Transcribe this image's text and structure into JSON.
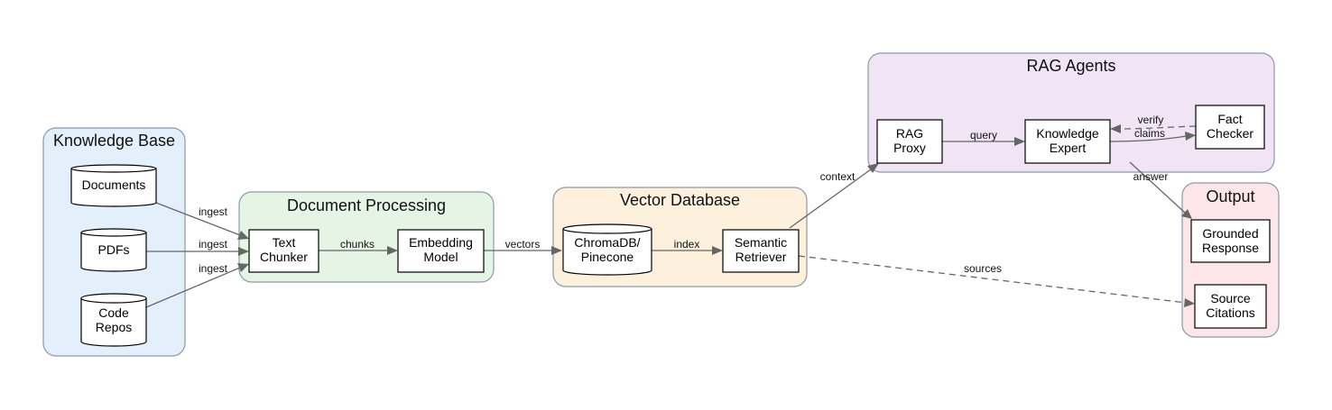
{
  "clusters": {
    "knowledge_base": {
      "title": "Knowledge Base",
      "fill": "#e3f0fc"
    },
    "document_processing": {
      "title": "Document Processing",
      "fill": "#e6f4e6"
    },
    "vector_database": {
      "title": "Vector Database",
      "fill": "#fdf0dc"
    },
    "rag_agents": {
      "title": "RAG Agents",
      "fill": "#f1e4f5"
    },
    "output": {
      "title": "Output",
      "fill": "#fce6ea"
    }
  },
  "nodes": {
    "documents": {
      "lines": [
        "Documents"
      ]
    },
    "pdfs": {
      "lines": [
        "PDFs"
      ]
    },
    "code_repos": {
      "lines": [
        "Code",
        "Repos"
      ]
    },
    "text_chunker": {
      "lines": [
        "Text",
        "Chunker"
      ]
    },
    "embedding_model": {
      "lines": [
        "Embedding",
        "Model"
      ]
    },
    "chromadb": {
      "lines": [
        "ChromaDB/",
        "Pinecone"
      ]
    },
    "semantic_retriever": {
      "lines": [
        "Semantic",
        "Retriever"
      ]
    },
    "rag_proxy": {
      "lines": [
        "RAG",
        "Proxy"
      ]
    },
    "knowledge_expert": {
      "lines": [
        "Knowledge",
        "Expert"
      ]
    },
    "fact_checker": {
      "lines": [
        "Fact",
        "Checker"
      ]
    },
    "grounded_response": {
      "lines": [
        "Grounded",
        "Response"
      ]
    },
    "source_citations": {
      "lines": [
        "Source",
        "Citations"
      ]
    }
  },
  "edges": {
    "ingest_docs": "ingest",
    "ingest_pdfs": "ingest",
    "ingest_code": "ingest",
    "chunks": "chunks",
    "vectors": "vectors",
    "index": "index",
    "context": "context",
    "query": "query",
    "verify": "verify",
    "claims": "claims",
    "answer": "answer",
    "sources": "sources"
  },
  "colors": {
    "edge": "#666666",
    "cluster_border": "#8a9aa8"
  }
}
